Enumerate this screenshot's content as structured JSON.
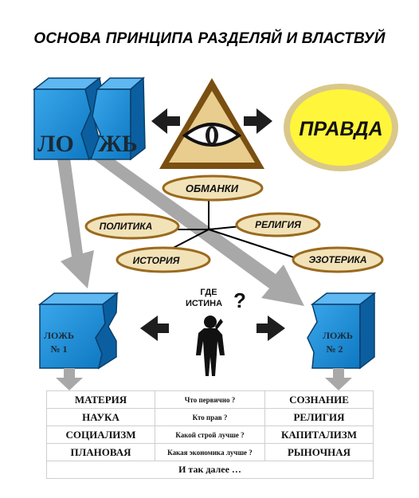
{
  "title": "ОСНОВА ПРИНЦИПА РАЗДЕЛЯЙ И ВЛАСТВУЙ",
  "lie": {
    "left_part": "ЛО",
    "right_part": "ЖЬ"
  },
  "truth": "ПРАВДА",
  "deceptions": "ОБМАНКИ",
  "branches": [
    "ПОЛИТИКА",
    "РЕЛИГИЯ",
    "ИСТОРИЯ",
    "ЭЗОТЕРИКА"
  ],
  "question": {
    "line1": "ГДЕ",
    "line2": "ИСТИНА",
    "mark": "?"
  },
  "lie1": {
    "line1": "ЛОЖЬ",
    "line2": "№ 1"
  },
  "lie2": {
    "line1": "ЛОЖЬ",
    "line2": "№ 2"
  },
  "table": {
    "rows": [
      {
        "left": "МАТЕРИЯ",
        "middle": "Что первично ?",
        "right": "СОЗНАНИЕ"
      },
      {
        "left": "НАУКА",
        "middle": "Кто прав ?",
        "right": "РЕЛИГИЯ"
      },
      {
        "left": "СОЦИАЛИЗМ",
        "middle": "Какой строй лучше ?",
        "right": "КАПИТАЛИЗМ"
      },
      {
        "left": "ПЛАНОВАЯ",
        "middle": "Какая экономика лучше ?",
        "right": "РЫНОЧНАЯ"
      }
    ],
    "footer": "И так далее …"
  },
  "colors": {
    "cube": "#1e90d8",
    "pyramid": "#e9cd8e",
    "truth_fill": "#fff53a",
    "truth_ring": "#d9c88a",
    "oval": "#f2e2b8",
    "oval_border": "#9a6a1e",
    "arrow": "#a8a8a8"
  }
}
